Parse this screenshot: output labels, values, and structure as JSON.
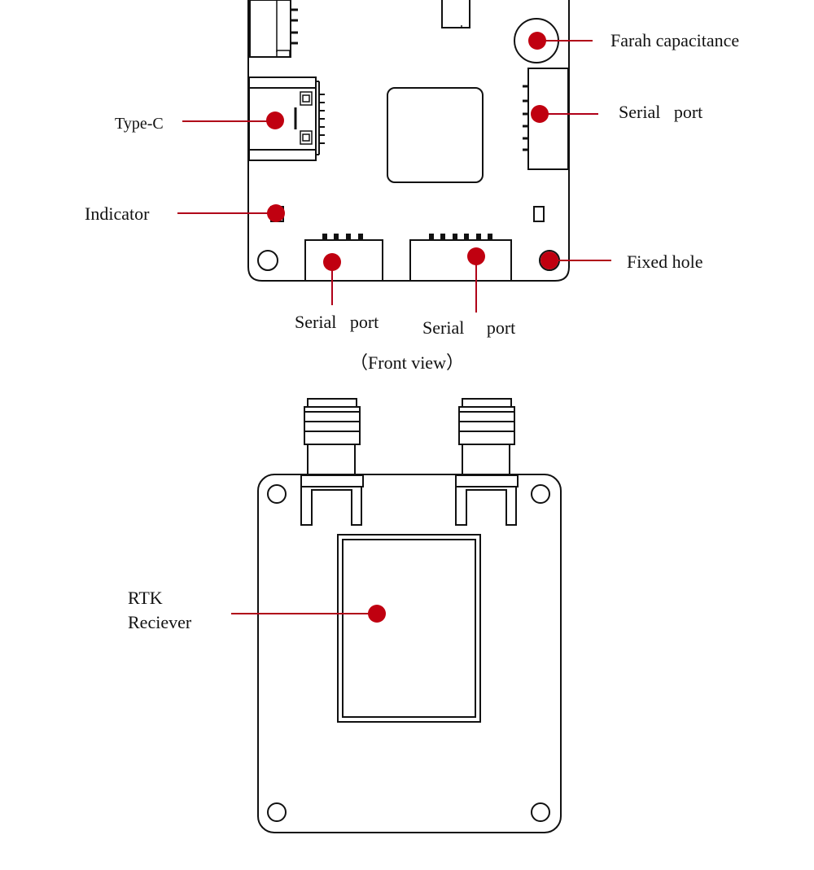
{
  "front_view": {
    "caption": "（Front view）",
    "labels": {
      "farah_capacitance": "Farah capacitance",
      "serial_port_right": "Serial   port",
      "type_c": "Type-C",
      "indicator": "Indicator",
      "fixed_hole": "Fixed hole",
      "serial_port_bottom_left": "Serial   port",
      "serial_port_bottom_right": "Serial     port"
    }
  },
  "back_view": {
    "label_line1": "RTK",
    "label_line2": "Reciever"
  },
  "colors": {
    "line": "#111111",
    "marker": "#c00010",
    "leader": "#b00018",
    "background": "#ffffff"
  }
}
